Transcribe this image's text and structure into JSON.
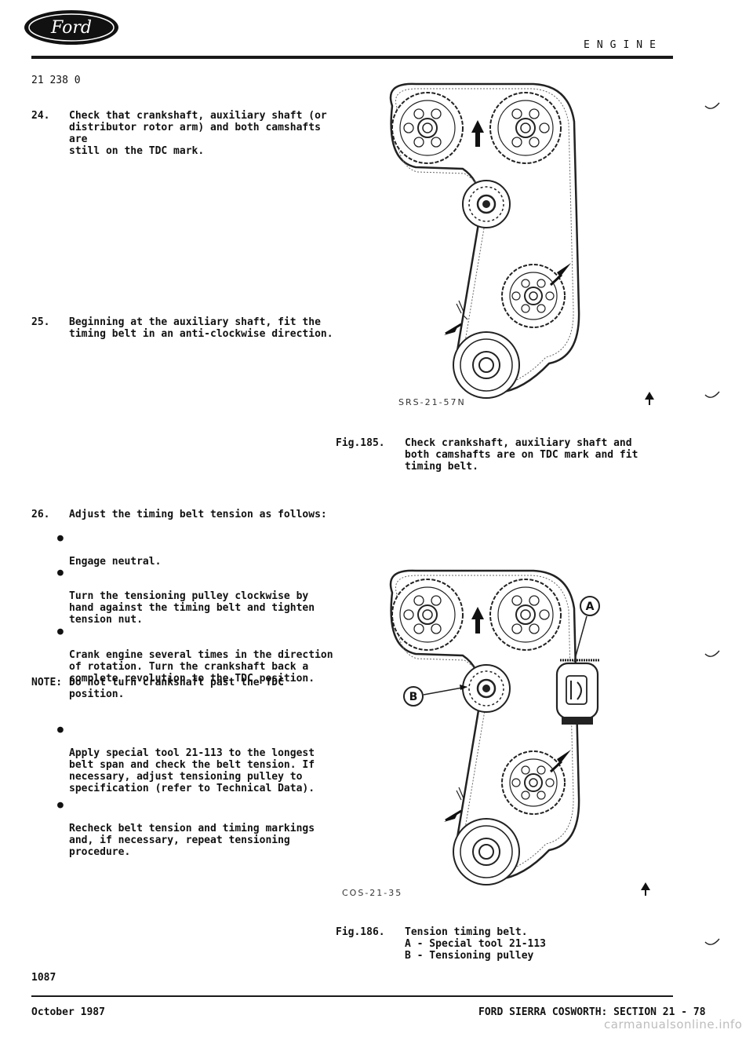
{
  "header": {
    "logo_text": "Ford",
    "section_title": "ENGINE",
    "doc_number": "21 238 0"
  },
  "steps": [
    {
      "number": "24.",
      "text": "Check that crankshaft, auxiliary shaft (or\ndistributor rotor arm) and both camshafts are\nstill on the TDC mark."
    },
    {
      "number": "25.",
      "text": "Beginning at the auxiliary shaft, fit the\ntiming belt in an anti-clockwise direction."
    },
    {
      "number": "26.",
      "text": "Adjust the timing belt tension as follows:"
    }
  ],
  "bullets": [
    "Engage neutral.",
    "Turn the tensioning pulley clockwise by\nhand against the timing belt and tighten\ntension nut.",
    "Crank engine several times in the direction\nof rotation.  Turn the crankshaft back a\ncomplete revolution to the TDC position.",
    "Apply special tool 21-113 to the longest\nbelt span and check the belt tension.  If\nnecessary, adjust tensioning pulley to\nspecification (refer to Technical Data).",
    "Recheck belt tension and timing markings\nand, if necessary, repeat tensioning\nprocedure."
  ],
  "bullet_symbol": "●",
  "note": {
    "label": "NOTE:",
    "text": "Do not turn crankshaft past the TDC\nposition."
  },
  "figures": [
    {
      "code": "SRS-21-57N",
      "caption_label": "Fig.185.",
      "caption_text": "Check crankshaft, auxiliary shaft and\nboth camshafts are on TDC mark and fit\ntiming belt."
    },
    {
      "code": "COS-21-35",
      "caption_label": "Fig.186.",
      "caption_text": "Tension timing belt.\nA - Special tool 21-113\nB - Tensioning pulley",
      "callouts": [
        "A",
        "B"
      ]
    }
  ],
  "footer": {
    "page_number": "1087",
    "date": "October 1987",
    "title": "FORD SIERRA COSWORTH: SECTION 21 - 78",
    "watermark": "carmanualsonline.info"
  }
}
